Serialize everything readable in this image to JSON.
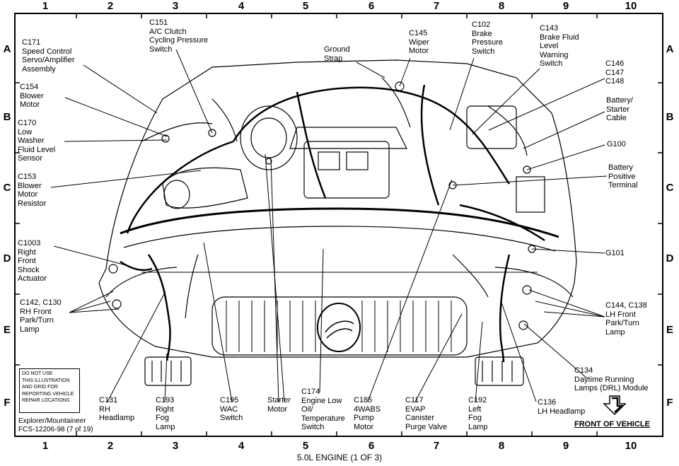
{
  "grid": {
    "columns": [
      "1",
      "2",
      "3",
      "4",
      "5",
      "6",
      "7",
      "8",
      "9",
      "10"
    ],
    "rows": [
      "A",
      "B",
      "C",
      "D",
      "E",
      "F"
    ]
  },
  "labels": {
    "c171": "C171\nSpeed Control\nServo/Amplifier\nAssembly",
    "c154": "C154\nBlower\nMotor",
    "c170": "C170\nLow\nWasher\nFluid Level\nSensor",
    "c153": "C153\nBlower\nMotor\nResistor",
    "c1003": "C1003\nRight\nFront\nShock\nActuator",
    "c142": "C142, C130\nRH Front\nPark/Turn\nLamp",
    "c151": "C151\nA/C Clutch\nCycling Pressure\nSwitch",
    "ground_strap": "Ground\nStrap",
    "c145": "C145\nWiper\nMotor",
    "c102": "C102\nBrake\nPressure\nSwitch",
    "c143": "C143\nBrake Fluid\nLevel\nWarning\nSwitch",
    "c146": "C146\nC147\nC148",
    "battery_starter": "Battery/\nStarter\nCable",
    "g100": "G100",
    "battery_positive": "Battery\nPositive\nTerminal",
    "g101": "G101",
    "c144": "C144, C138\nLH Front\nPark/Turn\nLamp",
    "c134": "C134\nDaytime Running\nLamps (DRL) Module",
    "c131": "C131\nRH\nHeadlamp",
    "c193": "C193\nRight\nFog\nLamp",
    "c195": "C195\nWAC\nSwitch",
    "starter": "Starter\nMotor",
    "c174": "C174\nEngine Low\nOil/\nTemperature\nSwitch",
    "c185": "C185\n4WABS\nPump\nMotor",
    "c117": "C117\nEVAP\nCanister\nPurge Valve",
    "c192": "C192\nLeft\nFog\nLamp",
    "c136": "C136\nLH Headlamp"
  },
  "notice": "Do not use\nthis illustration\nand grid for\nreporting vehicle\nrepair locations",
  "model": "Explorer/Mountaineer\nFCS-12206-98 (7 of 19)",
  "front_of_vehicle": "FRONT OF VEHICLE",
  "caption": "5.0L ENGINE (1 OF 3)"
}
